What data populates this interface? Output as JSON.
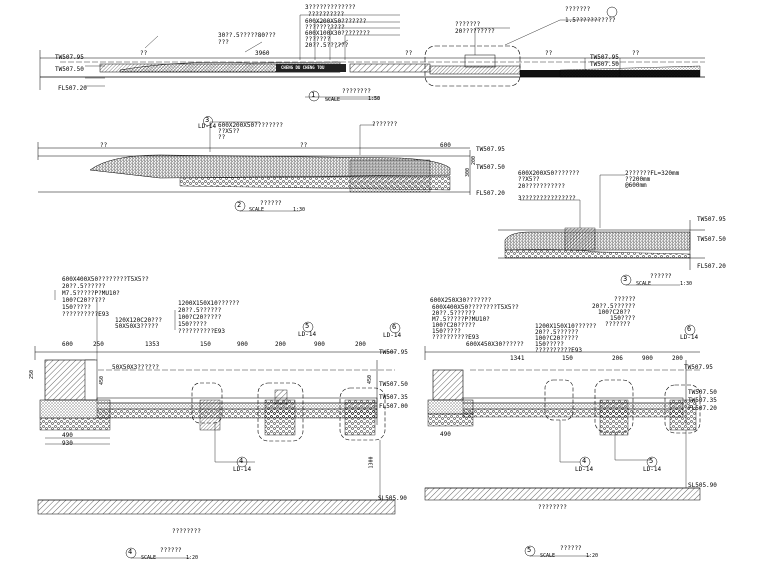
{
  "view1": {
    "number": "1",
    "scale_label": "SCALE",
    "scale_value": "1:50",
    "title_chars": "????????",
    "tw": "TW507.95",
    "tw2": "TW507.50",
    "fl": "FL507.20",
    "dims": [
      "??",
      "3960",
      "??",
      "??",
      "??"
    ],
    "notes": [
      "3?????????????",
      "??????????",
      "600X200X50???????",
      "???????????",
      "600X100X30????????",
      "???????",
      "20??.5??????",
      "30??.5?????80???",
      "???",
      "???????",
      "20?????????",
      "???????",
      "1.5???????????"
    ],
    "sign_text": "CHENG DU CHENG TOU"
  },
  "view2": {
    "number": "2",
    "scale_label": "SCALE",
    "scale_value": "1:30",
    "title_chars": "??????",
    "callout_num": "3",
    "callout_ref": "LD-14",
    "notes": [
      "600X200X50????????",
      "??X5??",
      "??"
    ],
    "right_note": "???????",
    "dims": [
      "??",
      "??",
      "600",
      "300",
      "200"
    ],
    "tw": "TW507.95",
    "tw2": "TW507.50",
    "fl": "FL507.20"
  },
  "view3": {
    "number": "3",
    "scale_label": "SCALE",
    "scale_value": "1:30",
    "title_chars": "??????",
    "notes": [
      "600X200X50???????",
      "??X5??",
      "20???????????",
      "3???????????????"
    ],
    "right_notes": [
      "2??????FL=320mm",
      "??200mm",
      "@600mm"
    ],
    "tw": "TW507.95",
    "tw2": "TW507.50",
    "fl": "FL507.20"
  },
  "view4": {
    "number": "4",
    "scale_label": "SCALE",
    "scale_value": "1:20",
    "title_chars": "??????",
    "notes_left": [
      "600X400X50????????T5X5??",
      "20??.5??????",
      "M7.5?????P?MU10?",
      "100?C20?????",
      "150?????",
      "??????????E93"
    ],
    "notes_center": [
      "1200X150X10??????",
      "20??.5??????",
      "100?C20?????",
      "150?????",
      "??????????E93"
    ],
    "notes_mid": [
      "120X120C20???",
      "50X50X3?????"
    ],
    "stone_note": "50X50X3??????",
    "callout_6": "6",
    "callout_6_ref": "LD-14",
    "callout_5": "5",
    "callout_5_ref": "LD-14",
    "callout_4": "4",
    "callout_4_ref": "LD-14",
    "dims_top": [
      "600",
      "250",
      "1353",
      "150",
      "900",
      "200",
      "900",
      "200"
    ],
    "dims_bottom": [
      "490",
      "930"
    ],
    "dims_left": [
      "250",
      "450"
    ],
    "dims_right": [
      "450",
      "1300"
    ],
    "tw": "TW507.95",
    "tw2": "TW507.50",
    "tw3": "TW507.35",
    "fl": "FL507.00",
    "sl": "SL505.90",
    "bottom_note": "????????"
  },
  "view5": {
    "number": "5",
    "scale_label": "SCALE",
    "scale_value": "1:20",
    "title_chars": "??????",
    "notes_left": [
      "600X250X30???????",
      "600X400X50????????T5X5??",
      "20??.5??????",
      "M7.5?????P?MU10?",
      "100?C20?????",
      "150?????",
      "??????????E93"
    ],
    "notes_center": [
      "1200X150X10??????",
      "20??.5??????",
      "100?C20?????",
      "150?????",
      "??????????E93"
    ],
    "notes_right": [
      "??????",
      "20??.5??????",
      "100?C20??",
      "150????",
      "???????"
    ],
    "stone_note": "600X450X30??????",
    "dims_top": [
      "1341",
      "150",
      "206",
      "900",
      "200"
    ],
    "dims_bottom": [
      "490"
    ],
    "callout_6": "6",
    "callout_6_ref": "LD-14",
    "callout_5": "5",
    "callout_5_ref": "LD-14",
    "callout_4": "4",
    "callout_4_ref": "LD-14",
    "tw": "TW507.95",
    "tw2": "TW507.50",
    "tw3": "TW507.35",
    "fl": "FL507.20",
    "sl": "SL505.90",
    "bottom_note": "????????"
  }
}
